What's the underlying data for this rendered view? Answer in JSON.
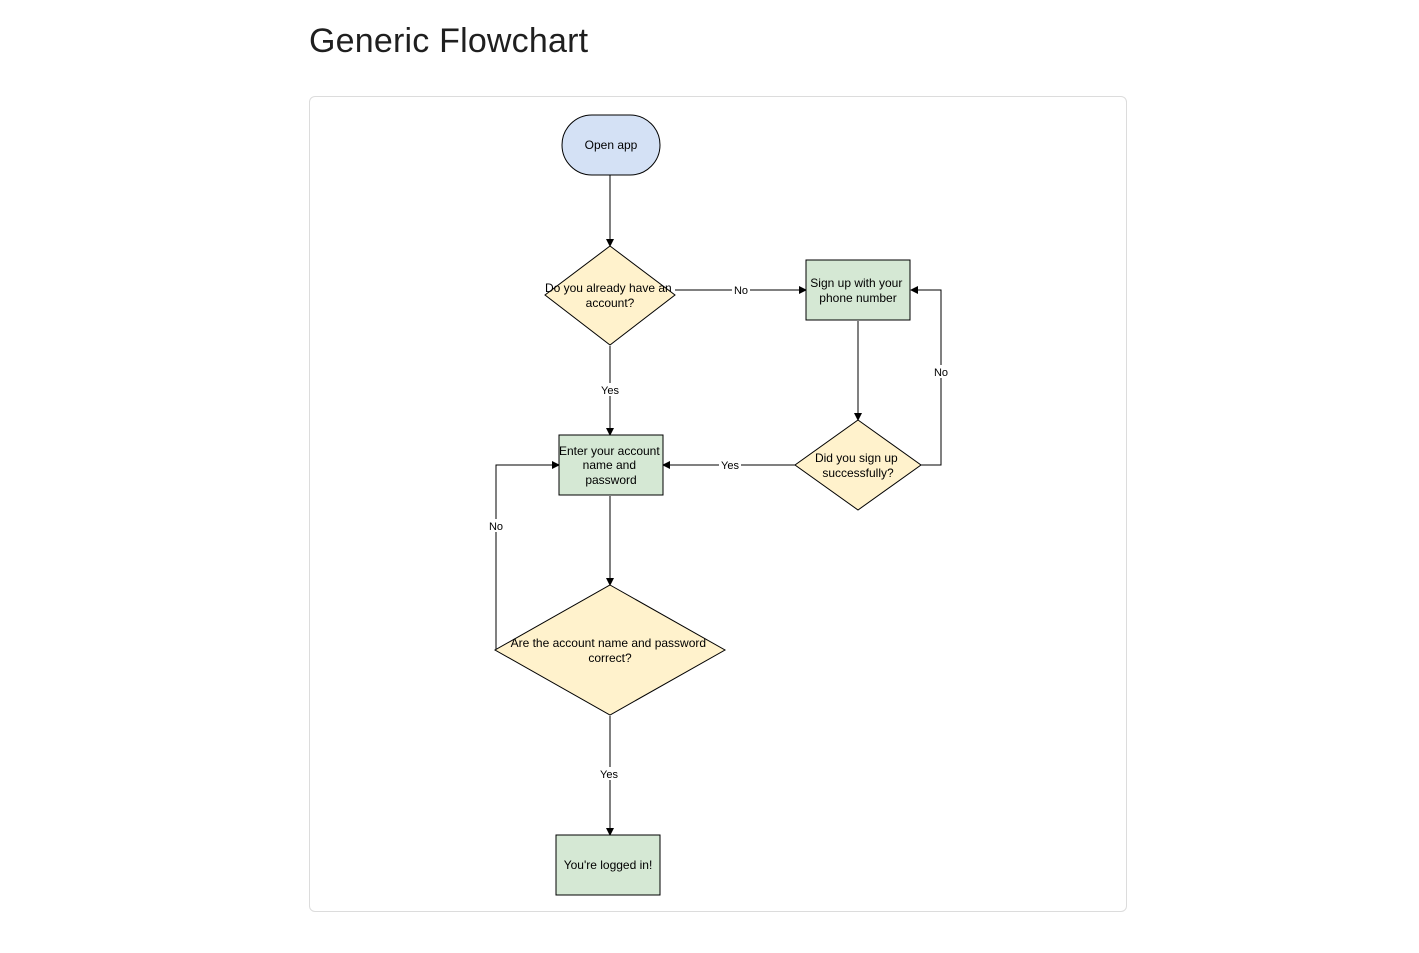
{
  "page": {
    "title": "Generic Flowchart"
  },
  "colors": {
    "terminal_fill": "#d4e1f5",
    "decision_fill": "#fff2cc",
    "process_fill": "#d5e8d4",
    "stroke": "#000000"
  },
  "nodes": {
    "open_app": {
      "lines": [
        "Open app"
      ]
    },
    "have_account": {
      "lines": [
        "Do you already have an",
        "account?"
      ]
    },
    "sign_up": {
      "lines": [
        "Sign up with your",
        "phone number"
      ]
    },
    "enter_credentials": {
      "lines": [
        "Enter your account",
        "name and",
        "password"
      ]
    },
    "signup_success": {
      "lines": [
        "Did you sign up",
        "successfully?"
      ]
    },
    "credentials_correct": {
      "lines": [
        "Are the account name and password",
        "correct?"
      ]
    },
    "logged_in": {
      "lines": [
        "You're logged in!"
      ]
    }
  },
  "edges": {
    "have_account_no": "No",
    "have_account_yes": "Yes",
    "signup_success_yes": "Yes",
    "signup_success_no": "No",
    "credentials_no": "No",
    "credentials_yes": "Yes"
  }
}
